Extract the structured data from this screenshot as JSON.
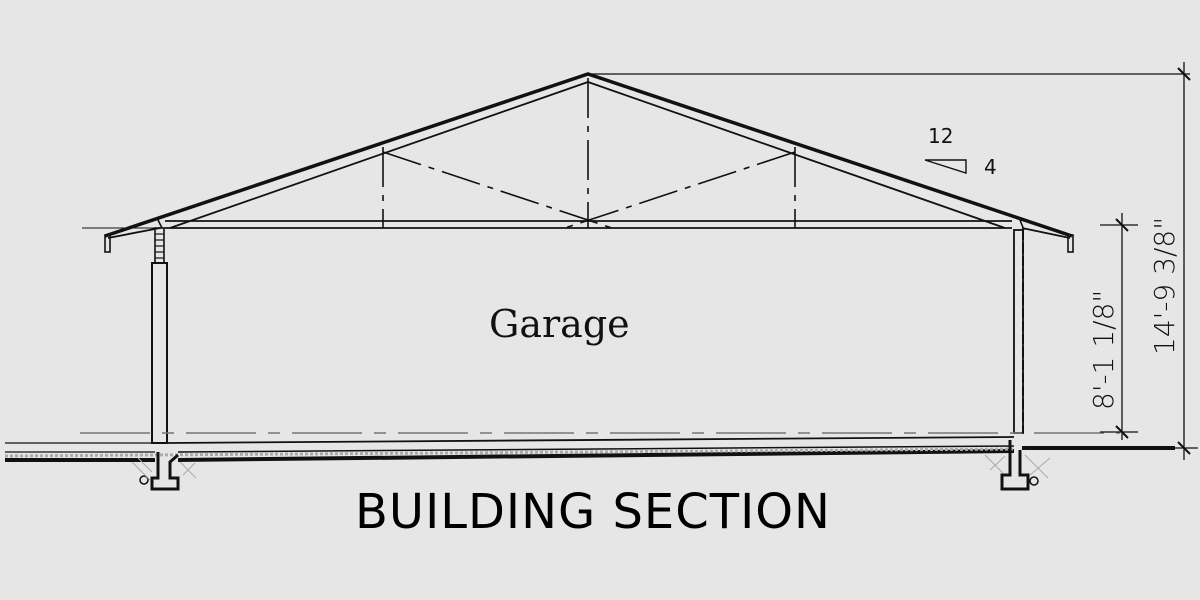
{
  "drawing": {
    "title": "BUILDING SECTION",
    "room_label": "Garage",
    "roof_pitch": {
      "rise": "4",
      "run": "12"
    },
    "dimensions": {
      "wall_height": "8'-1 1/8\"",
      "overall_height": "14'-9 3/8\""
    },
    "colors": {
      "background": "#e6e6e6",
      "line": "#111111",
      "hatch": "#9a9a9a"
    }
  }
}
